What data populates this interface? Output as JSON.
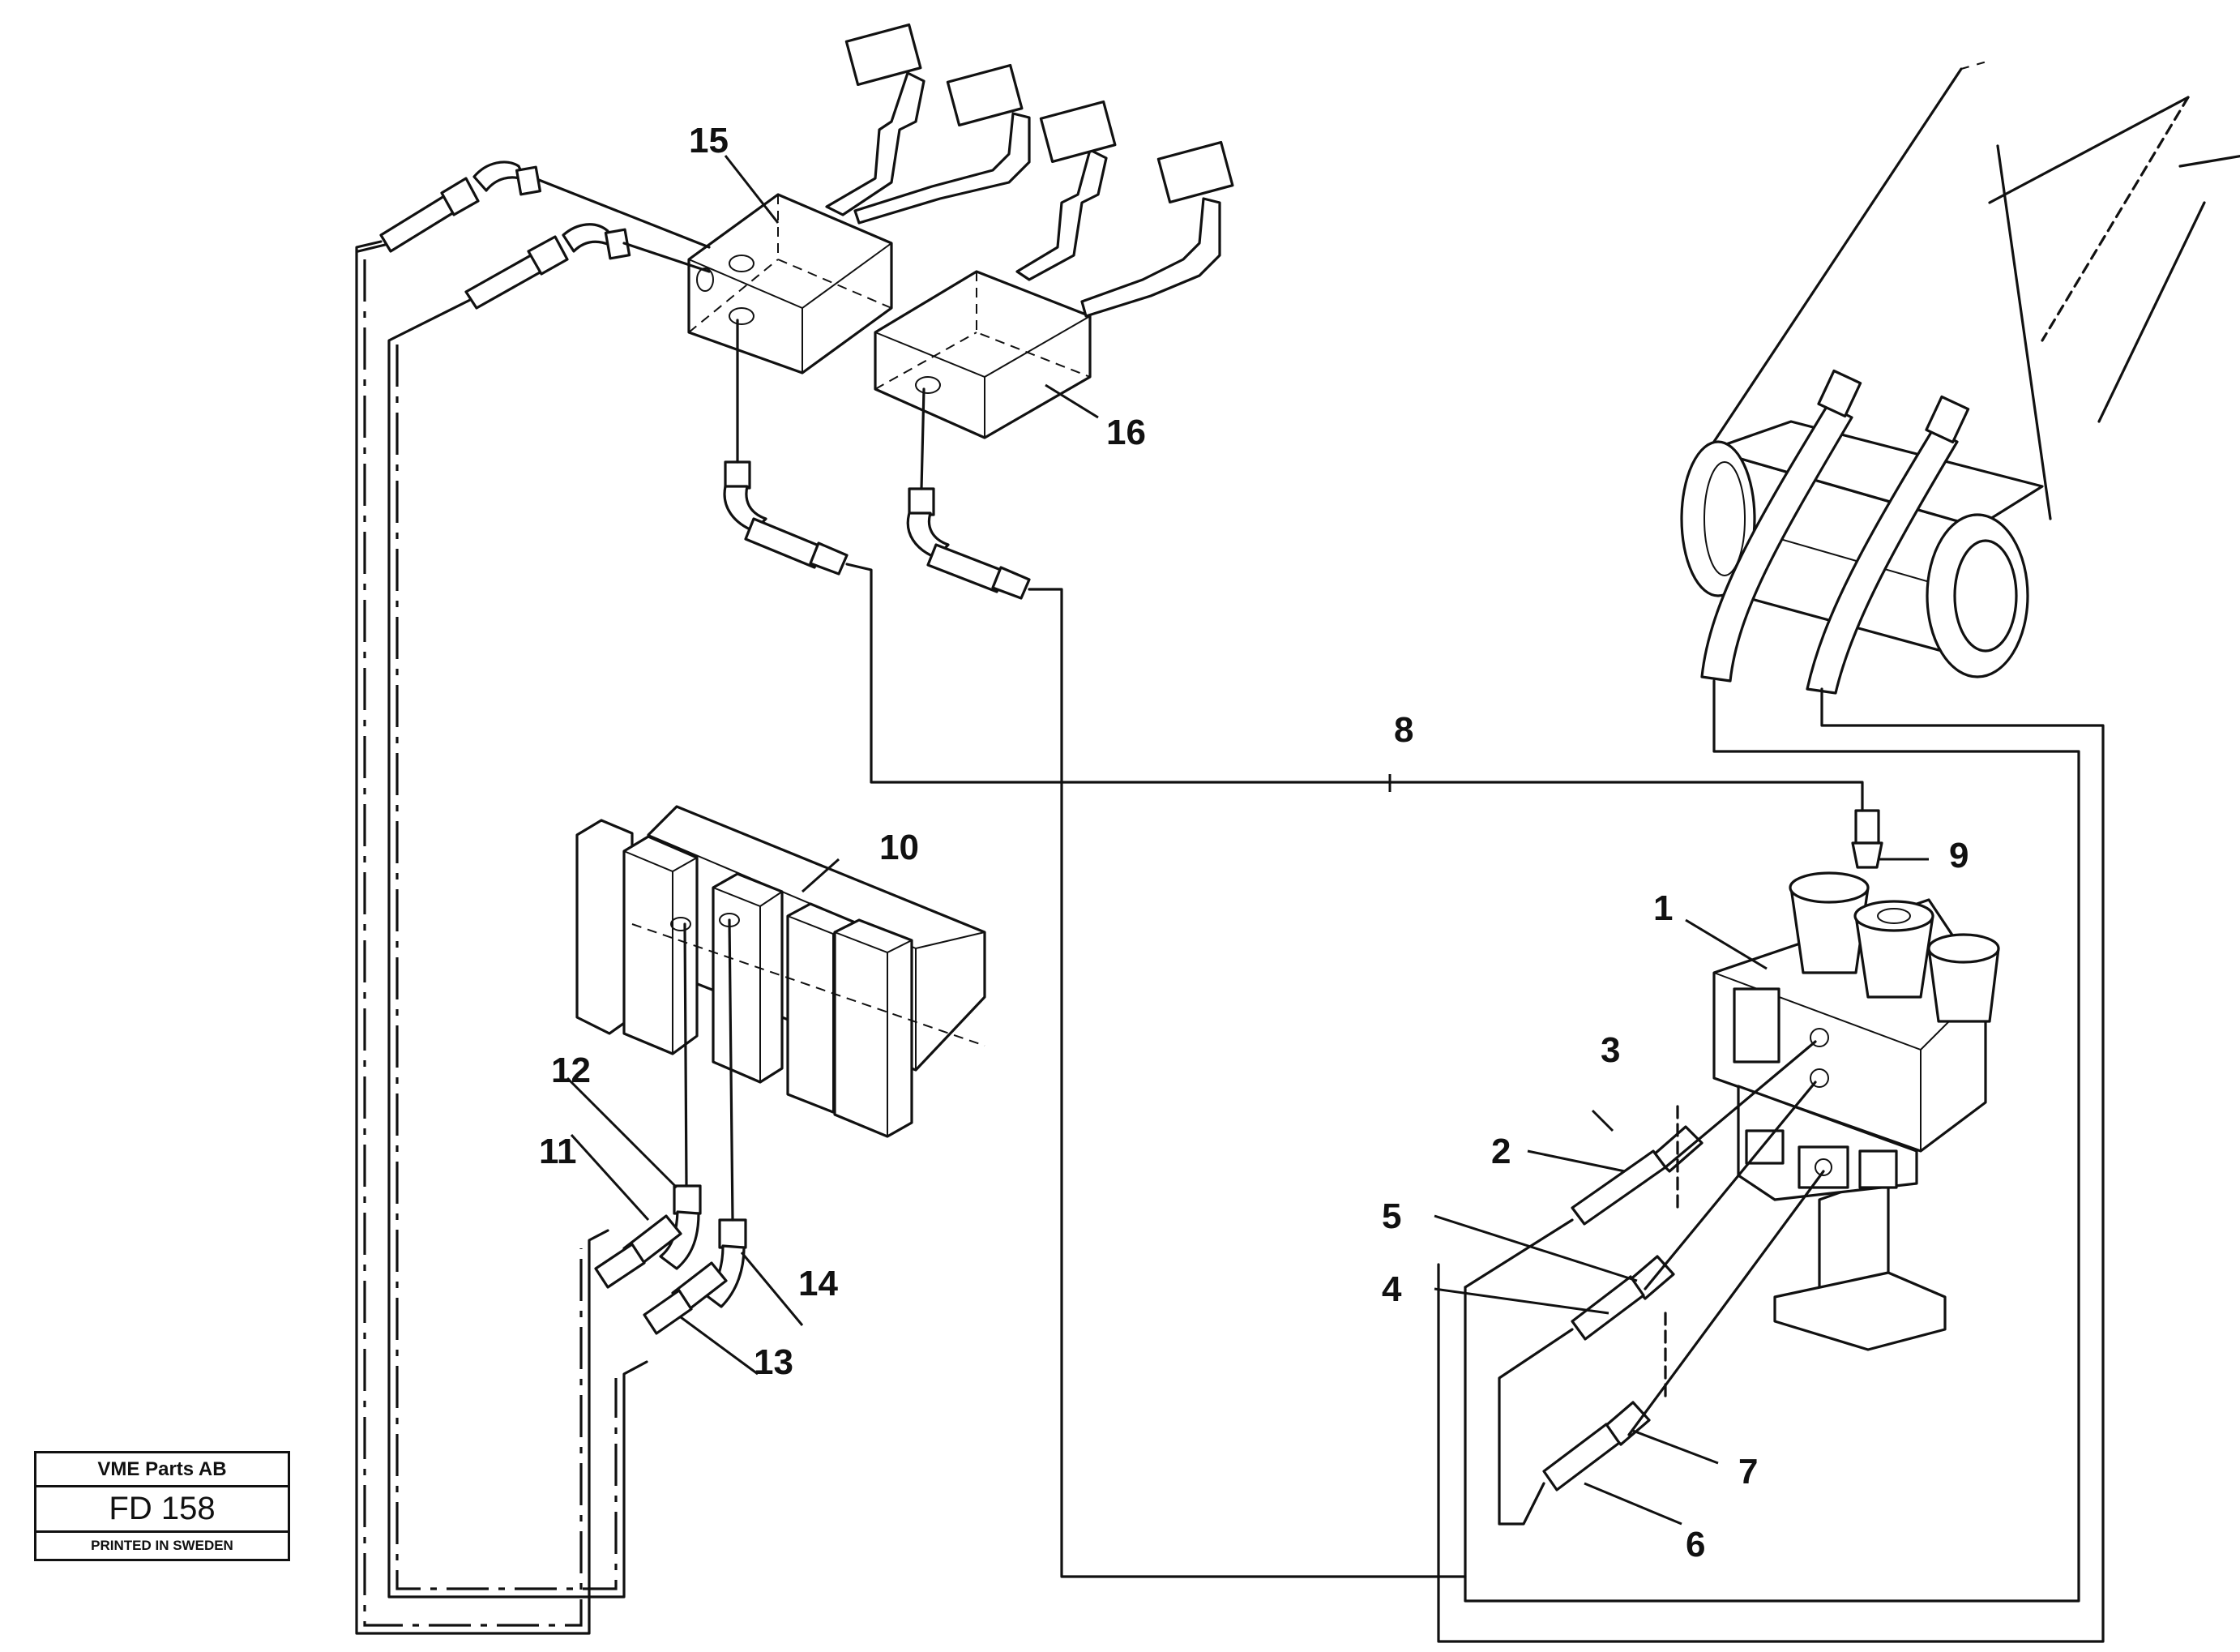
{
  "title_block": {
    "company": "VME Parts AB",
    "code": "FD 158",
    "printed": "PRINTED IN SWEDEN"
  },
  "callouts": [
    "1",
    "2",
    "3",
    "4",
    "5",
    "6",
    "7",
    "8",
    "9",
    "10",
    "11",
    "12",
    "13",
    "14",
    "15",
    "16"
  ]
}
